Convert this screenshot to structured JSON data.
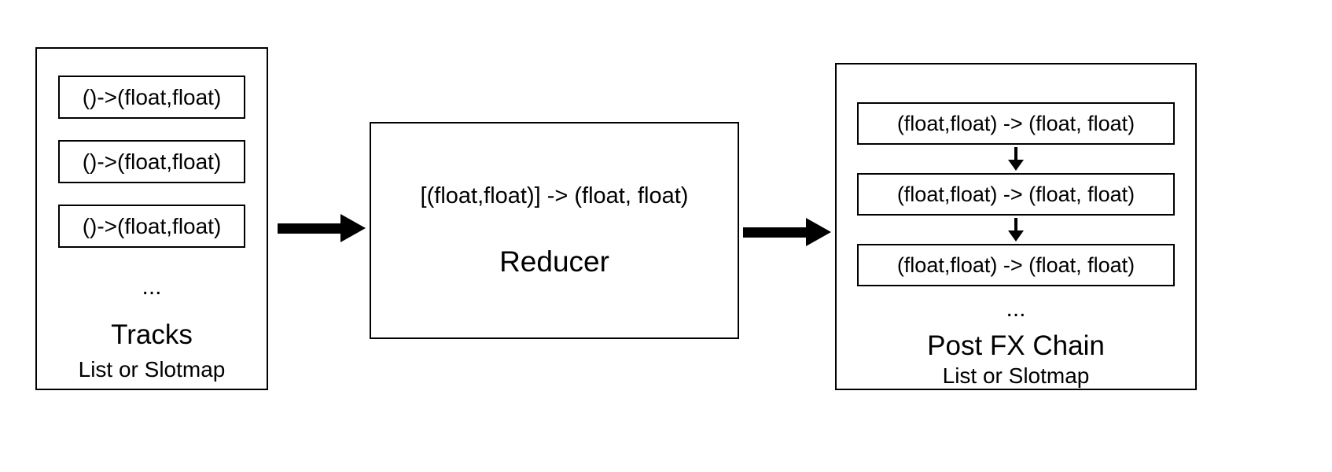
{
  "diagram": {
    "tracks": {
      "items": [
        "()->(float,float)",
        "()->(float,float)",
        "()->(float,float)"
      ],
      "ellipsis": "...",
      "title": "Tracks",
      "subtitle": "List or Slotmap"
    },
    "reducer": {
      "signature": "[(float,float)] -> (float, float)",
      "title": "Reducer"
    },
    "postfx": {
      "items": [
        "(float,float) -> (float, float)",
        "(float,float) -> (float, float)",
        "(float,float) -> (float, float)"
      ],
      "ellipsis": "...",
      "title": "Post FX Chain",
      "subtitle": "List or Slotmap"
    },
    "colors": {
      "line": "#000000",
      "background": "#ffffff"
    }
  }
}
